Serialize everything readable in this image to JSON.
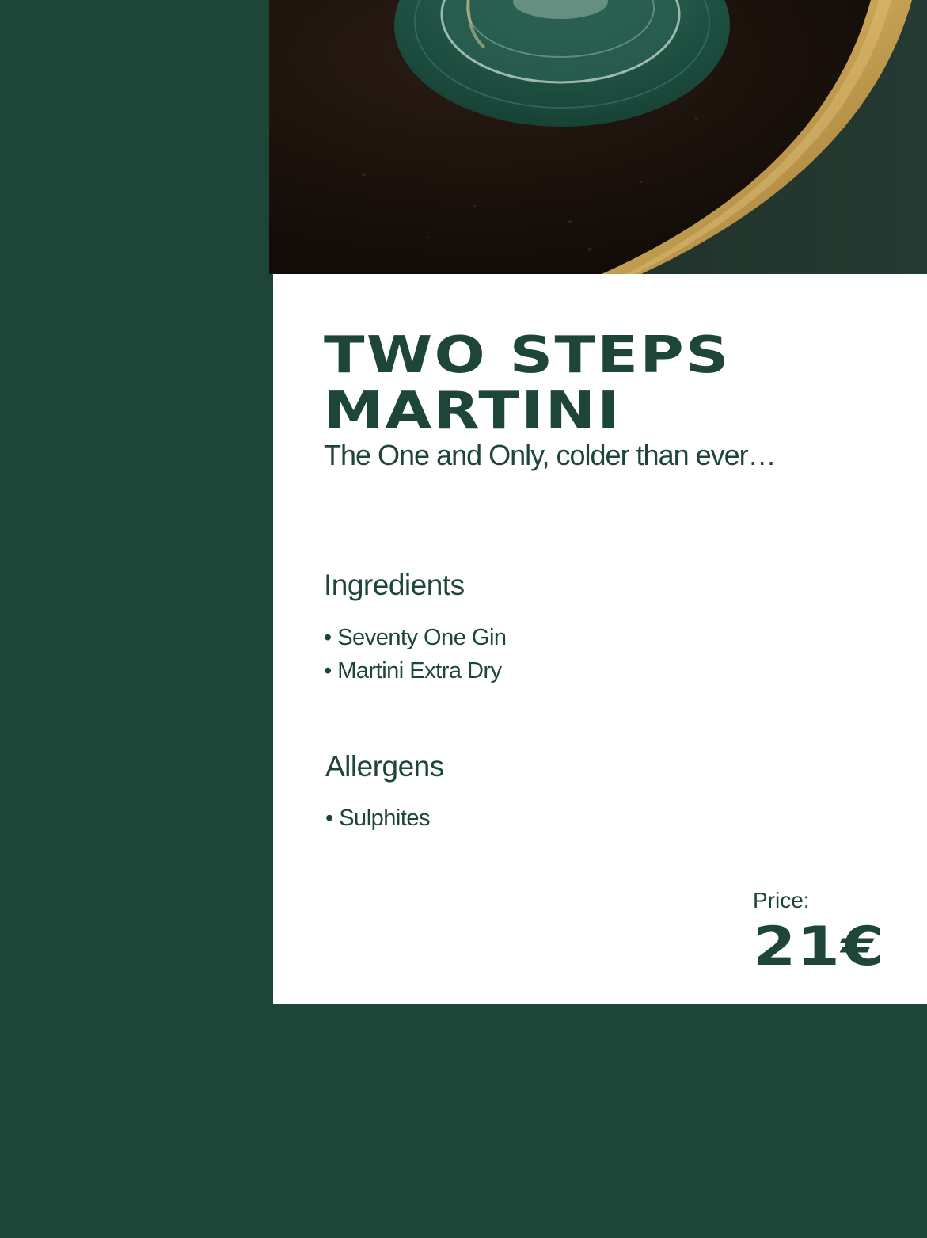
{
  "drink": {
    "title_line1": "TWO STEPS",
    "title_line2": "MARTINI",
    "tagline": "The One and Only, colder than ever…"
  },
  "ingredients": {
    "heading": "Ingredients",
    "items": [
      "Seventy One Gin",
      "Martini Extra Dry"
    ]
  },
  "allergens": {
    "heading": "Allergens",
    "items": [
      "Sulphites"
    ]
  },
  "price": {
    "label": "Price:",
    "value": "21€"
  },
  "colors": {
    "brand_green": "#1d4538",
    "card_background": "#ffffff",
    "brass": "#b8913e"
  }
}
